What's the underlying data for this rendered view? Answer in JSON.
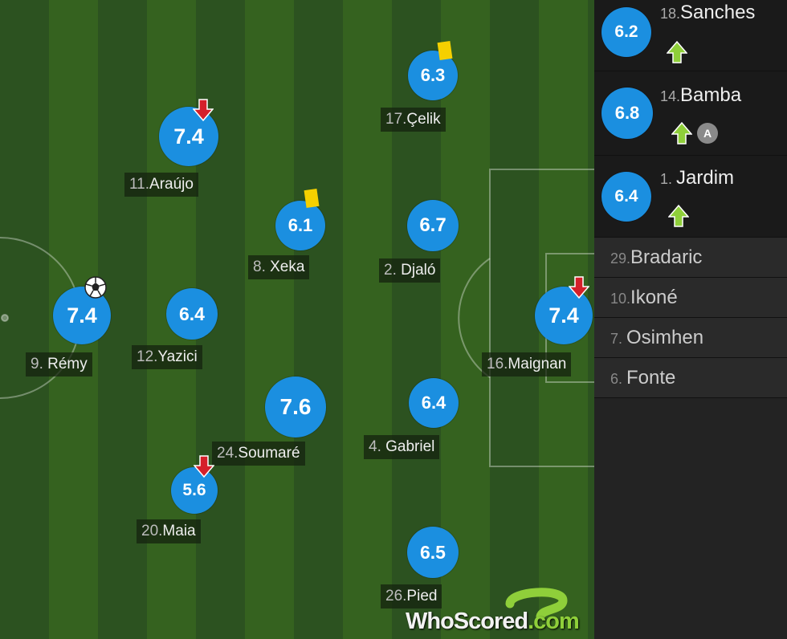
{
  "pitch_players": [
    {
      "id": "araujo",
      "number": "11.",
      "name": "Araújo",
      "rating": "7.4",
      "sub_off": true
    },
    {
      "id": "celik",
      "number": "17.",
      "name": "Çelik",
      "rating": "6.3",
      "yellow_card": true
    },
    {
      "id": "xeka",
      "number": "8. ",
      "name": "Xeka",
      "rating": "6.1",
      "yellow_card": true
    },
    {
      "id": "djalo",
      "number": "2. ",
      "name": "Djaló",
      "rating": "6.7"
    },
    {
      "id": "remy",
      "number": "9. ",
      "name": "Rémy",
      "rating": "7.4",
      "goal": true
    },
    {
      "id": "yazici",
      "number": "12.",
      "name": "Yazici",
      "rating": "6.4"
    },
    {
      "id": "maignan",
      "number": "16.",
      "name": "Maignan",
      "rating": "7.4",
      "sub_off": true
    },
    {
      "id": "soumare",
      "number": "24.",
      "name": "Soumaré",
      "rating": "7.6"
    },
    {
      "id": "gabriel",
      "number": "4. ",
      "name": "Gabriel",
      "rating": "6.4"
    },
    {
      "id": "maia",
      "number": "20.",
      "name": "Maia",
      "rating": "5.6",
      "sub_off": true
    },
    {
      "id": "pied",
      "number": "26.",
      "name": "Pied",
      "rating": "6.5"
    }
  ],
  "subs_rated": [
    {
      "number": "18.",
      "name": "Sanches",
      "rating": "6.2",
      "sub_on": true
    },
    {
      "number": "14.",
      "name": "Bamba",
      "rating": "6.8",
      "sub_on": true,
      "captain": "A"
    },
    {
      "number": "1. ",
      "name": "Jardim",
      "rating": "6.4",
      "sub_on": true
    }
  ],
  "subs_unused": [
    {
      "number": "29.",
      "name": "Bradaric"
    },
    {
      "number": "10.",
      "name": "Ikoné"
    },
    {
      "number": "7. ",
      "name": "Osimhen"
    },
    {
      "number": "6. ",
      "name": "Fonte"
    }
  ],
  "logo": {
    "main": "WhoScored",
    "dot": ".com"
  },
  "colors": {
    "rating_bubble": "#1b8fe0",
    "yellow_card": "#f5d000",
    "sub_on_arrow": "#8fcf3a",
    "sub_off_arrow": "#d5202a"
  },
  "icons": {
    "goal": "ball-icon",
    "yellow_card": "yellow-card-icon",
    "sub_on": "arrow-up-icon",
    "sub_off": "arrow-down-icon",
    "captain": "captain-badge-icon"
  }
}
